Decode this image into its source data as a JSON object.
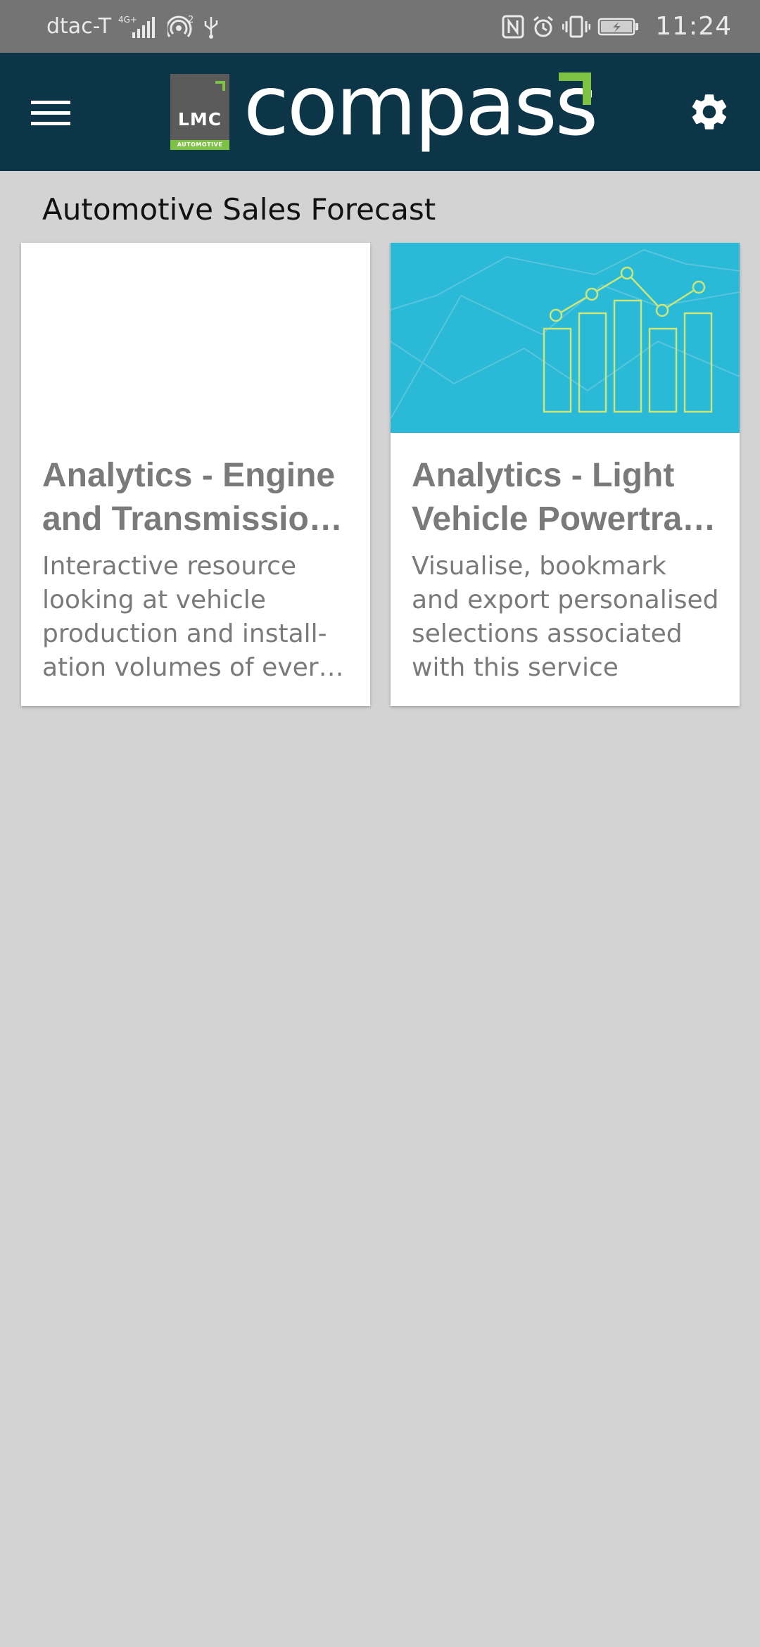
{
  "status_bar": {
    "carrier": "dtac-T",
    "network": "4G+",
    "hotspot_count": "2",
    "time": "11:24",
    "icons": [
      "signal-icon",
      "hotspot-icon",
      "usb-icon",
      "nfc-icon",
      "alarm-icon",
      "vibrate-icon",
      "battery-icon"
    ]
  },
  "app_bar": {
    "logo_box_text": "LMC",
    "logo_box_subtext": "AUTOMOTIVE",
    "logo_word": "compass",
    "icons": [
      "menu-icon",
      "gear-icon"
    ],
    "colors": {
      "background": "#0c3547",
      "accent": "#7dc242"
    }
  },
  "section": {
    "title": "Automotive Sales Forecast"
  },
  "cards": [
    {
      "title": "Analytics - Engine and Transmission Forecast",
      "description": "Interactive resource looking at vehicle production and install-ation volumes of every engine and transmission"
    },
    {
      "title": "Analytics - Light Vehicle Powertrain Forecast",
      "description": "Visualise, bookmark and export personalised selections associated with this service",
      "image_color": "#2ab9d6"
    }
  ]
}
